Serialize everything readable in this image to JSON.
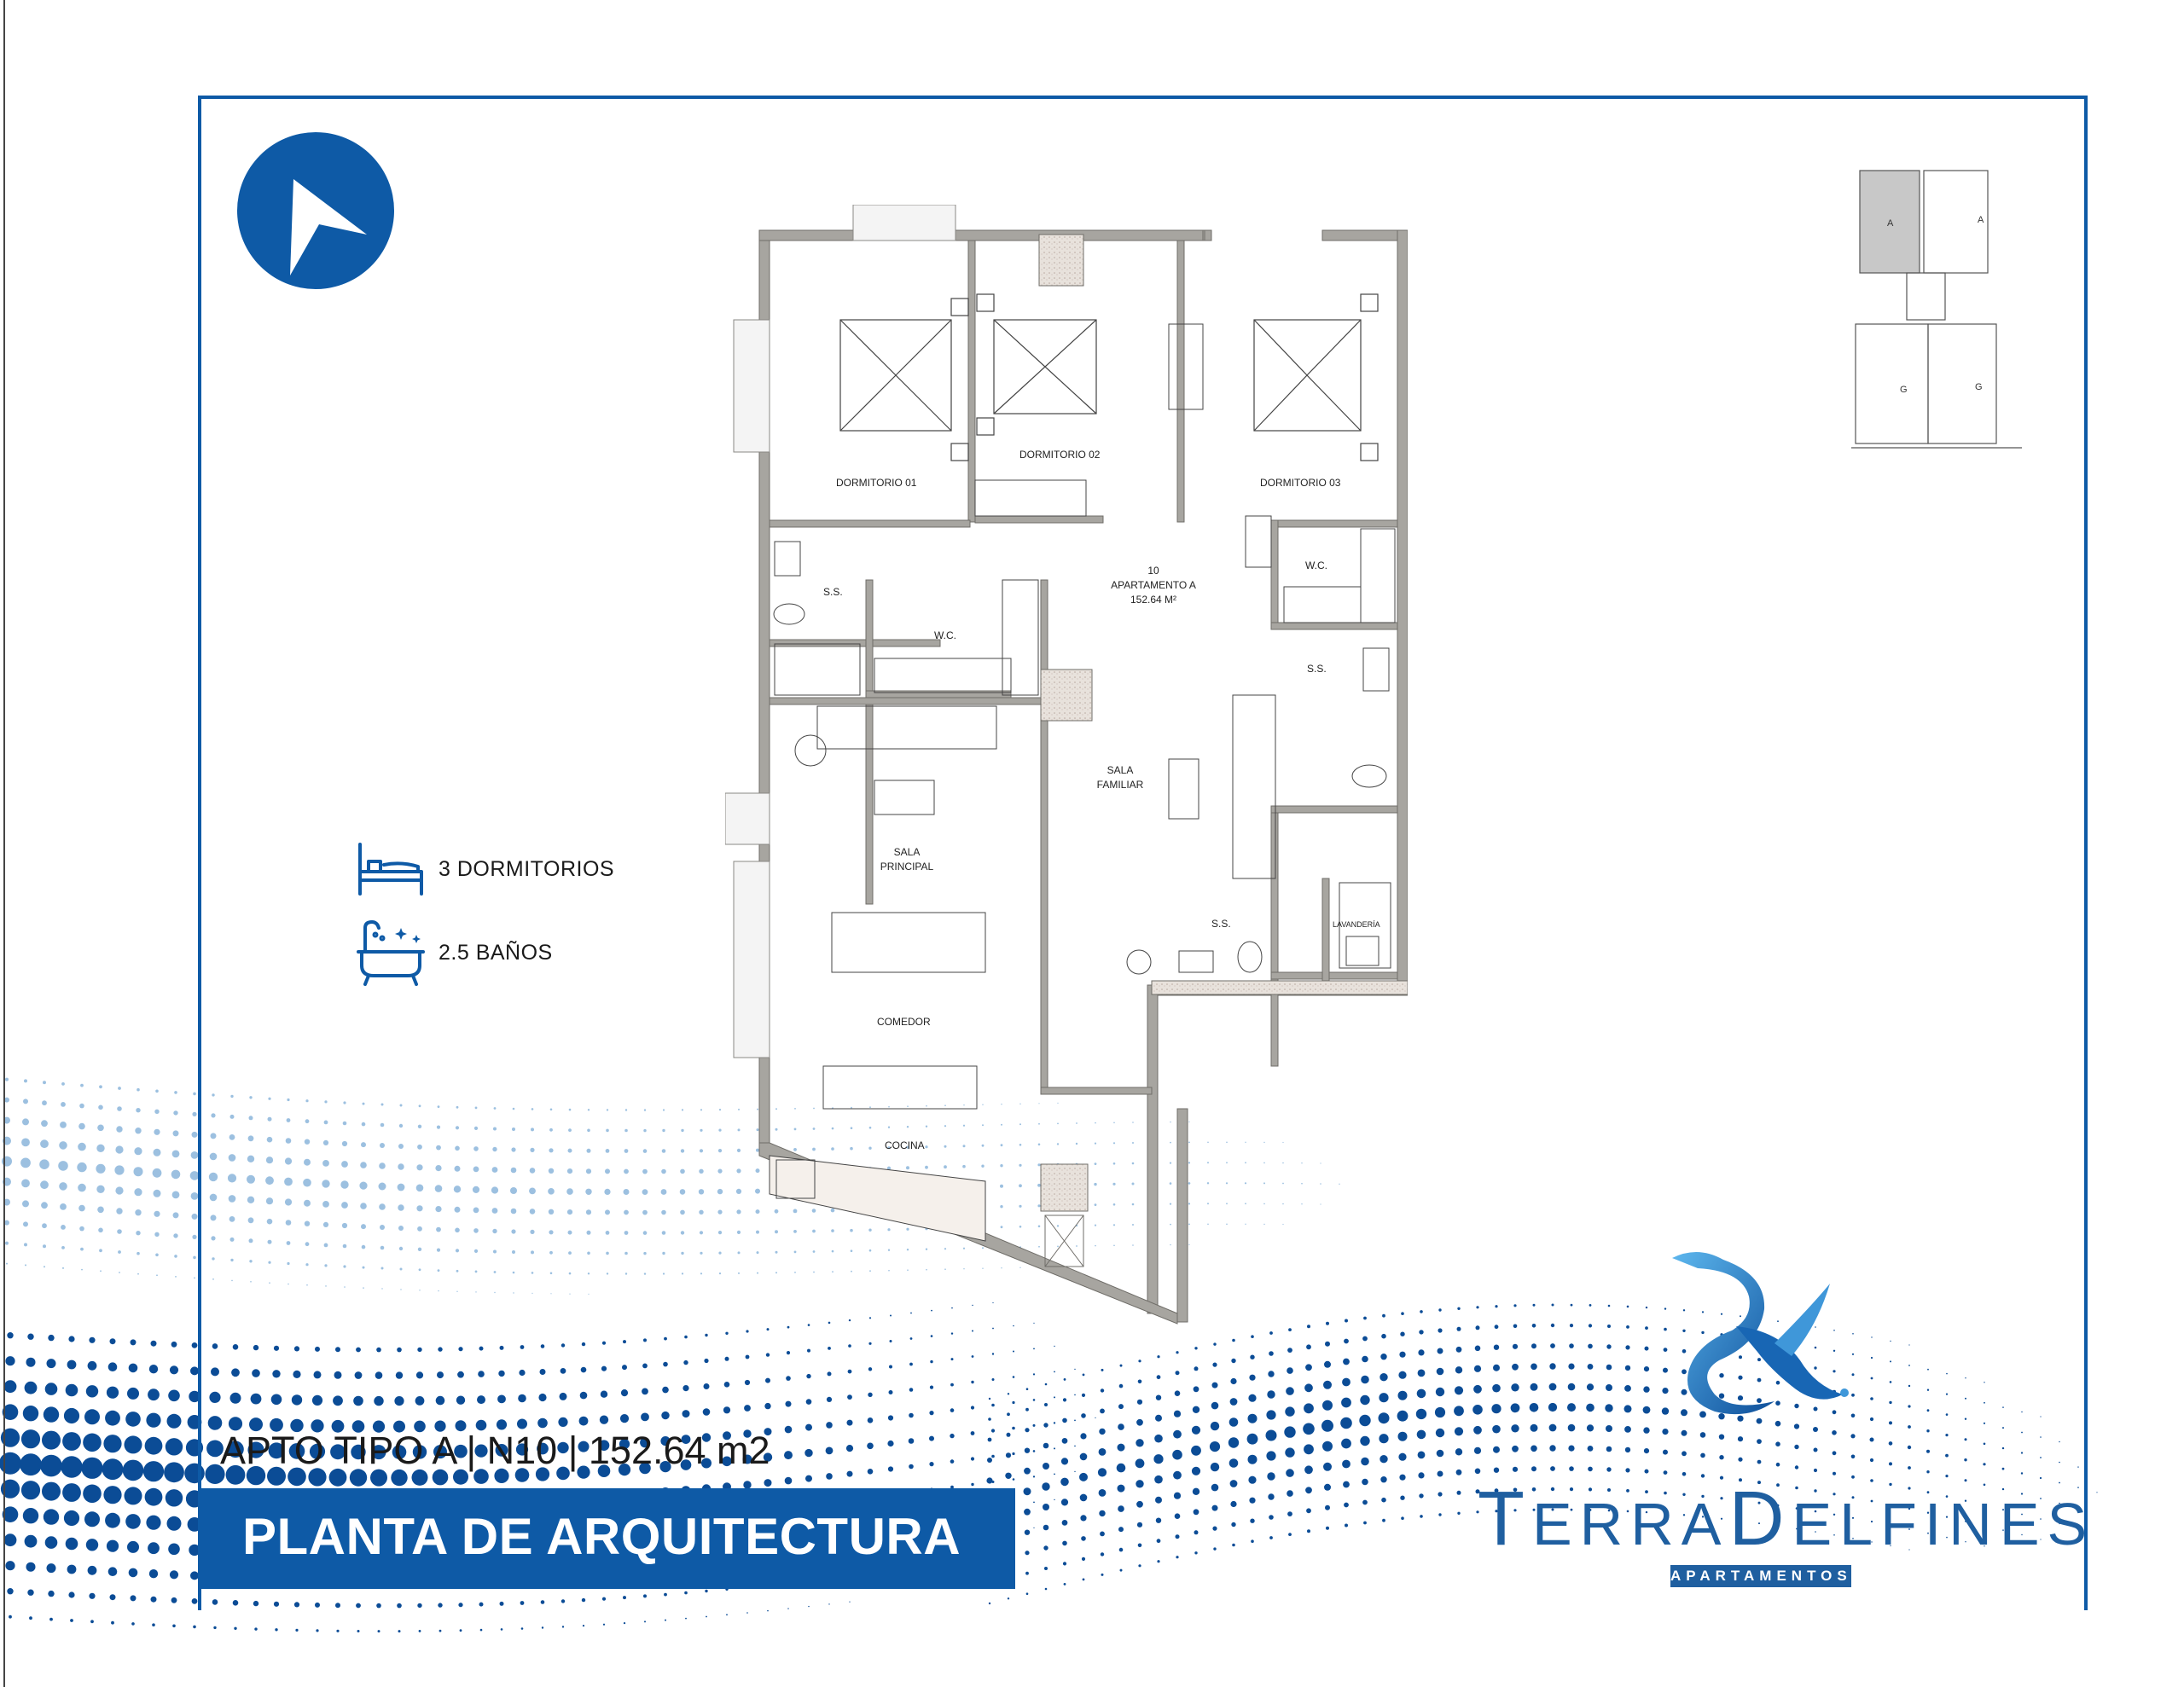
{
  "rooms": {
    "dormitorio_01": "DORMITORIO 01",
    "dormitorio_02": "DORMITORIO 02",
    "dormitorio_03": "DORMITORIO 03",
    "ss_1": "S.S.",
    "wc_1": "W.C.",
    "apt_number": "10",
    "apt_name": "APARTAMENTO A",
    "apt_area": "152.64 M²",
    "wc_2": "W.C.",
    "ss_2": "S.S.",
    "sala_familiar_1": "SALA",
    "sala_familiar_2": "FAMILIAR",
    "sala_principal_1": "SALA",
    "sala_principal_2": "PRINCIPAL",
    "ss_3": "S.S.",
    "lavanderia": "LAVANDERÍA",
    "comedor": "COMEDOR",
    "cocina": "COCINA"
  },
  "key_plan": {
    "unit_a_left": "A",
    "unit_a_right": "A",
    "unit_g_left": "G",
    "unit_g_right": "G"
  },
  "legend": {
    "bedrooms": "3 DORMITORIOS",
    "bathrooms": "2.5 BAÑOS"
  },
  "subtitle": "APTO TIPO A | N10 | 152.64 m2",
  "title": "PLANTA DE ARQUITECTURA",
  "brand": {
    "t_initial": "T",
    "t_rest": "ERRA",
    "d_initial": "D",
    "d_rest": "ELFINES",
    "tag": "APARTAMENTOS"
  },
  "colors": {
    "brand_blue": "#0e5aa6",
    "dot_dark": "#0b4c96",
    "dot_light": "#9cc0e0",
    "wall": "#a7a5a0"
  }
}
